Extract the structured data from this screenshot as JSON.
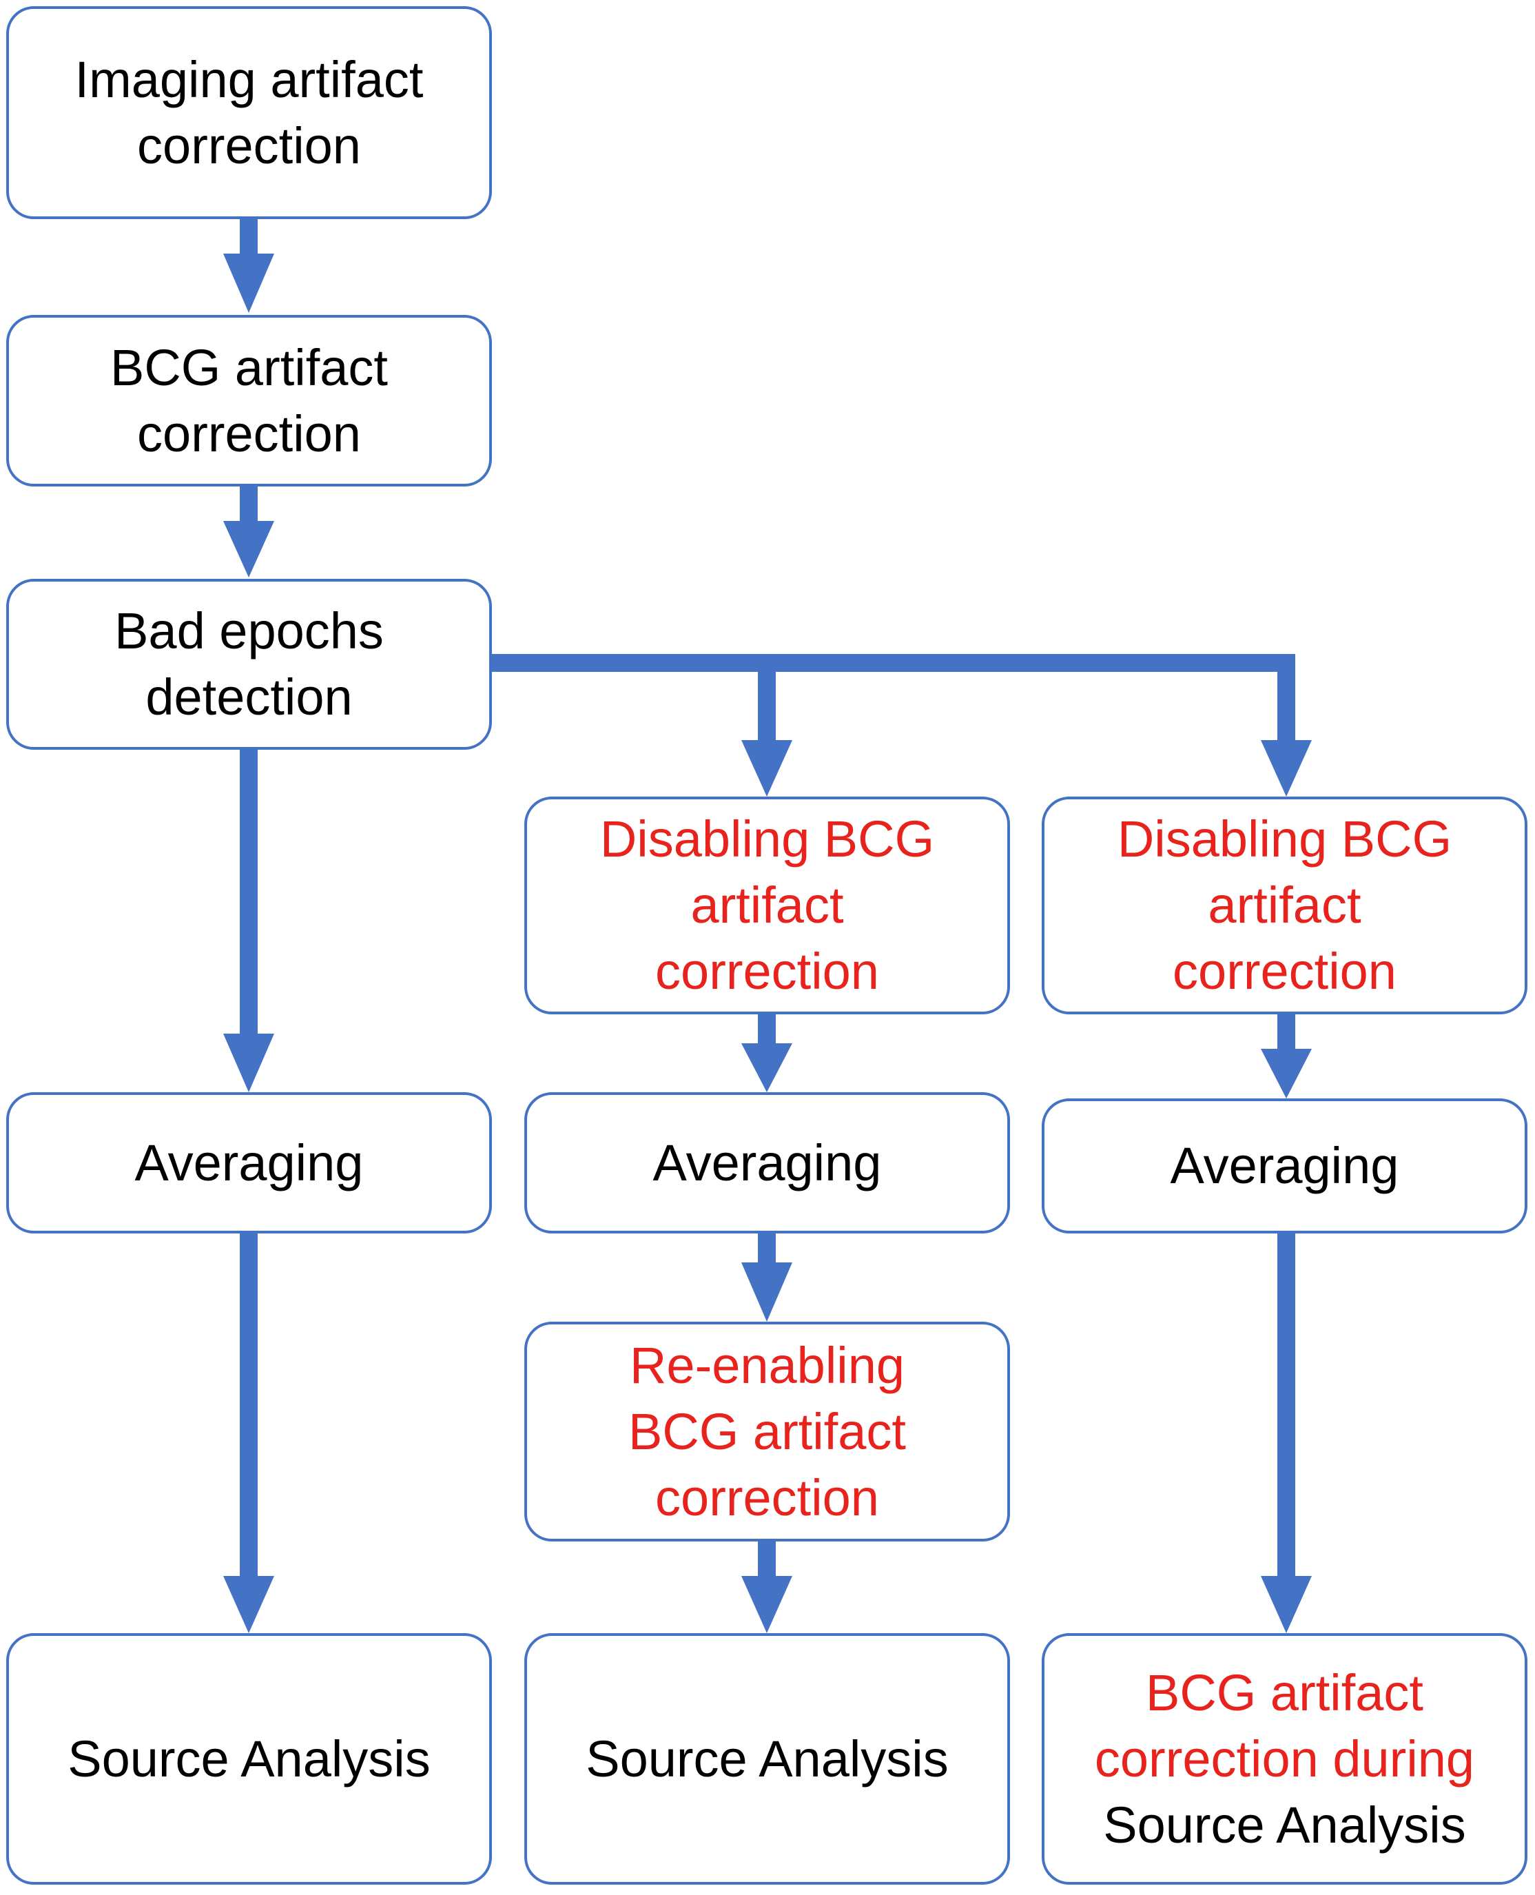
{
  "colors": {
    "accent": "#4472C4",
    "highlight_text": "#e8221c",
    "text": "#000000"
  },
  "nodes": {
    "imaging": [
      "Imaging artifact",
      "correction"
    ],
    "bcg_correction": [
      "BCG artifact",
      "correction"
    ],
    "bad_epochs": [
      "Bad epochs",
      "detection"
    ],
    "disable_mid": [
      "Disabling BCG",
      "artifact",
      "correction"
    ],
    "disable_right": [
      "Disabling BCG",
      "artifact",
      "correction"
    ],
    "avg_left": "Averaging",
    "avg_mid": "Averaging",
    "avg_right": "Averaging",
    "reenable": [
      "Re-enabling",
      "BCG artifact",
      "correction"
    ],
    "source_left": "Source Analysis",
    "source_mid": "Source Analysis",
    "source_right": [
      "BCG artifact",
      "correction during",
      "Source Analysis"
    ]
  }
}
